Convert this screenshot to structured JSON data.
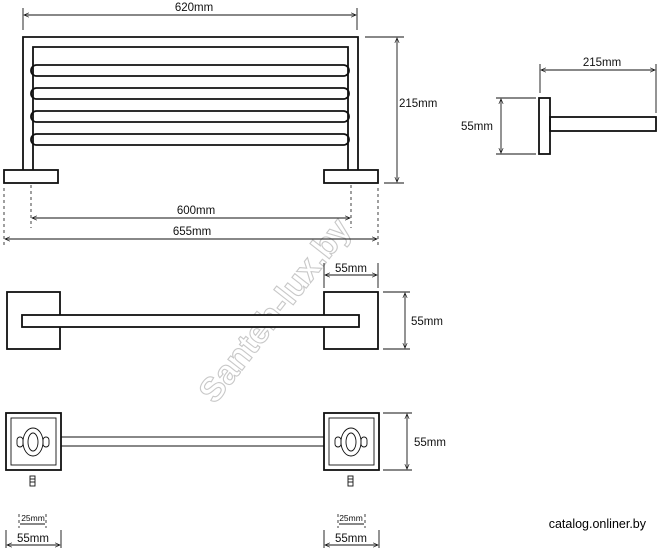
{
  "dimensions": {
    "top_width": "620mm",
    "top_height": "215mm",
    "side_depth": "215mm",
    "side_height": "55mm",
    "mount_spacing": "600mm",
    "overall_width": "655mm",
    "front_plate_width": "55mm",
    "front_plate_height": "55mm",
    "back_plate_height": "55mm",
    "back_left_screw": "25mm",
    "back_right_screw": "25mm",
    "back_left_width": "55mm",
    "back_right_width": "55mm"
  },
  "watermark": "Santeh-lux.by",
  "footer": {
    "site": "catalog.onliner.by"
  }
}
